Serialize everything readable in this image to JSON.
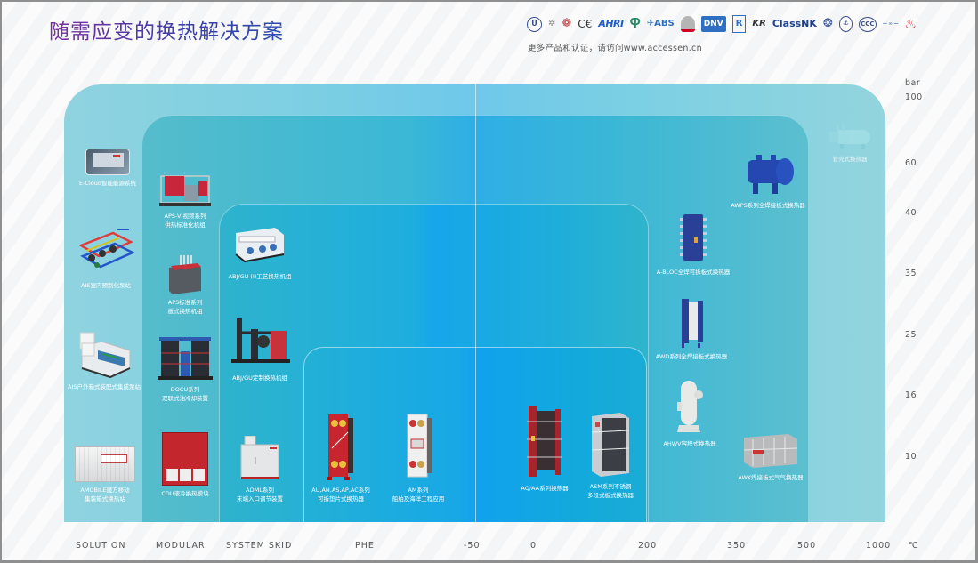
{
  "header": {
    "title": "随需应变的换热解决方案",
    "cert_note": "更多产品和认证，请访问www.accessen.cn",
    "certifications": [
      "UL",
      "ISO",
      "CCS",
      "CE",
      "AHRI",
      "PED",
      "ABS",
      "BV",
      "DNV",
      "LR",
      "KR",
      "ClassNK",
      "RINA",
      "CCS-seal",
      "CCC",
      "Bureau-Veritas-strip",
      "China-quality-flame"
    ]
  },
  "panels": {
    "p1": "SOLUTION",
    "p2": "MODULAR",
    "p3": "SYSTEM SKID",
    "p4": "PHE"
  },
  "products": {
    "ecloud": "E-Cloud智能能源系统",
    "ais_indoor": "AIS室内预制化泵站",
    "ais_outdoor": "AIS户外箱式装配式集成泵站",
    "amobile": [
      "AMOBILE魔方移动",
      "集装箱式换热站"
    ],
    "apsv": [
      "APS-V 视频系列",
      "供热标准化机组"
    ],
    "aps": [
      "APS标准系列",
      "板式换热机组"
    ],
    "docu": [
      "DOCU系列",
      "双联式油冷却装置"
    ],
    "cdu": "CDU液冷换热模块",
    "abj_process": "ABJ/GU (I)工艺换热机组",
    "abj_custom": "ABJ/GU定制换热机组",
    "adml": [
      "ADML系列",
      "末端入口调节装置"
    ],
    "au": [
      "AU,AN,AS,AP,AC系列",
      "可拆垫片式换热器"
    ],
    "am": [
      "AM系列",
      "船舶及海洋工程应用"
    ],
    "aq": "AQ/AA系列换热器",
    "asm": [
      "ASM系列不锈钢",
      "多段式板式换热器"
    ],
    "abloc": "A-BLOC全焊可拆板式换热器",
    "awd": "AWD系列全焊接板式换热器",
    "ahwv": "AHWV容积式换热器",
    "awps": "AWPS系列全焊接板式换热器",
    "shell_tube": "管壳式换热器",
    "awk": "AWK焊接板式气气换热器"
  },
  "axes": {
    "y_unit": "bar",
    "y_ticks": [
      "100",
      "60",
      "40",
      "35",
      "25",
      "16",
      "10"
    ],
    "x_categories": [
      "SOLUTION",
      "MODULAR",
      "SYSTEM SKID",
      "PHE"
    ],
    "x_ticks": [
      "-50",
      "0",
      "200",
      "350",
      "500",
      "1000"
    ],
    "x_unit": "℃"
  },
  "colors": {
    "title_gradient_start": "#7a2f9c",
    "title_gradient_end": "#2a4bb0",
    "panel_outer": "#8fd3df",
    "panel_center": "#10a2ee"
  }
}
